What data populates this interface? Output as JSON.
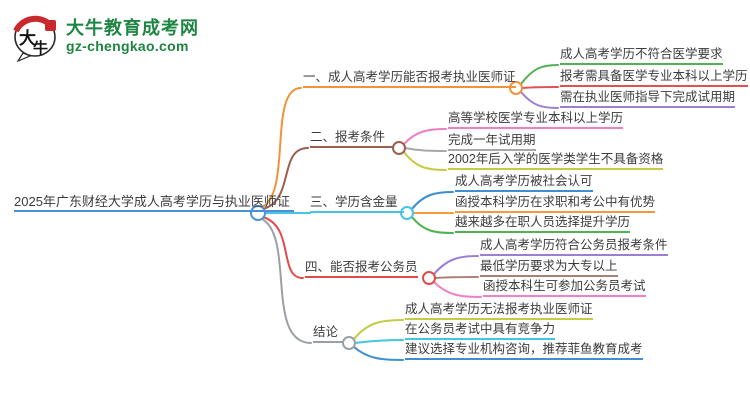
{
  "logo": {
    "brand": "大牛教育成考网",
    "url": "gz-chengkao.com",
    "icon_char_1": "大",
    "icon_char_2": "牛",
    "brand_color": "#1e8542",
    "seal_color": "#c9282d"
  },
  "mindmap": {
    "root": {
      "label": "2025年广东财经大学成人高考学历与执业医师证",
      "color": "#4a90d2"
    },
    "branches": [
      {
        "label": "一、成人高考学历能否报考执业医师证",
        "color": "#f0933c",
        "children": [
          {
            "label": "成人高考学历不符合医学要求",
            "color": "#52b153"
          },
          {
            "label": "报考需具备医学专业本科以上学历",
            "color": "#e05252"
          },
          {
            "label": "需在执业医师指导下完成试用期",
            "color": "#9b7fd4"
          }
        ]
      },
      {
        "label": "二、报考条件",
        "color": "#9a5f4e",
        "children": [
          {
            "label": "高等学校医学专业本科以上学历",
            "color": "#ef7fc3"
          },
          {
            "label": "完成一年试用期",
            "color": "#a8a8a8"
          },
          {
            "label": "2002年后入学的医学类学生不具备资格",
            "color": "#c3cc44"
          }
        ]
      },
      {
        "label": "三、学历含金量",
        "color": "#49c3e3",
        "children": [
          {
            "label": "成人高考学历被社会认可",
            "color": "#3d8fd1"
          },
          {
            "label": "函授本科学历在求职和考公中有优势",
            "color": "#f59a3c"
          },
          {
            "label": "越来越多在职人员选择提升学历",
            "color": "#52b153"
          }
        ]
      },
      {
        "label": "四、能否报考公务员",
        "color": "#e14b4b",
        "children": [
          {
            "label": "成人高考学历符合公务员报考条件",
            "color": "#9b7fd4"
          },
          {
            "label": "最低学历要求为大专以上",
            "color": "#ad8077"
          },
          {
            "label": "函授本科生可参加公务员考试",
            "color": "#ee82c3"
          }
        ]
      },
      {
        "label": "结论",
        "color": "#9aa0a6",
        "children": [
          {
            "label": "成人高考学历无法报考执业医师证",
            "color": "#c3cc44"
          },
          {
            "label": "在公务员考试中具有竞争力",
            "color": "#3fc8de"
          },
          {
            "label": "建议选择专业机构咨询，推荐菲鱼教育成考",
            "color": "#3d8fd1"
          }
        ]
      }
    ]
  }
}
